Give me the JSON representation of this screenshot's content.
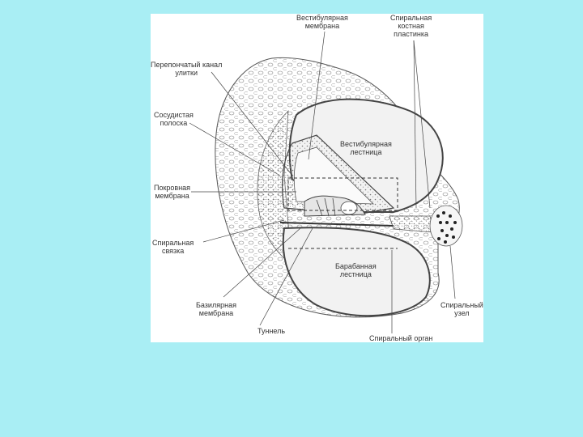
{
  "colors": {
    "slide_background": "#a9eef4",
    "figure_background": "#ffffff",
    "ink": "#333333"
  },
  "labels": {
    "vestibular_membrane": [
      "Вестибулярная",
      "мембрана"
    ],
    "spiral_lamina": [
      "Спиральная",
      "костная",
      "пластинка"
    ],
    "cochlear_duct": [
      "Перепончатый канал",
      "улитки"
    ],
    "stria_vascularis": [
      "Сосудистая",
      "полоска"
    ],
    "scala_vestibuli": [
      "Вестибулярная",
      "лестница"
    ],
    "tectorial_membrane": [
      "Покровная",
      "мембрана"
    ],
    "spiral_ligament": [
      "Спиральная",
      "связка"
    ],
    "scala_tympani": [
      "Барабанная",
      "лестница"
    ],
    "basilar_membrane": [
      "Базилярная",
      "мембрана"
    ],
    "spiral_ganglion": [
      "Спиральный",
      "узел"
    ],
    "tunnel": [
      "Туннель"
    ],
    "organ_of_corti": [
      "Спиральный орган"
    ]
  }
}
